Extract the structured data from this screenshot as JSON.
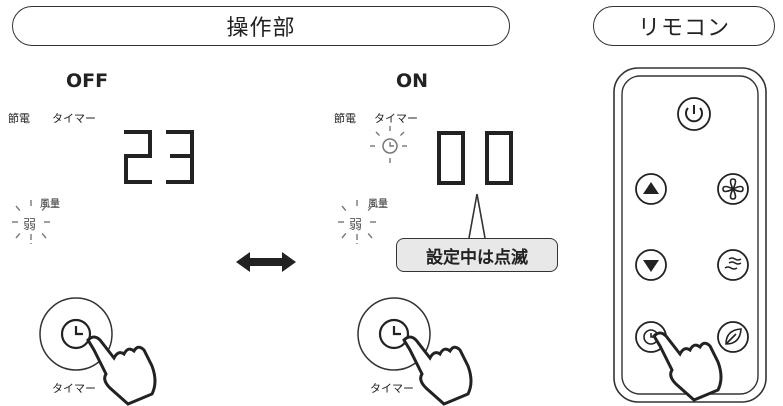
{
  "headers": {
    "panel": "操作部",
    "remote": "リモコン"
  },
  "off_state": {
    "label": "OFF",
    "power_save": "節電",
    "timer": "タイマー",
    "display": "23",
    "wind": "風量",
    "wind_level": "弱"
  },
  "on_state": {
    "label": "ON",
    "power_save": "節電",
    "timer": "タイマー",
    "display": "00",
    "wind": "風量",
    "wind_level": "弱"
  },
  "callout": "設定中は点滅",
  "timer_button_label": "タイマー",
  "remote_buttons": [
    "power-icon",
    "up-arrow-icon",
    "fan-icon",
    "down-arrow-icon",
    "swing-icon",
    "timer-icon",
    "leaf-icon"
  ]
}
